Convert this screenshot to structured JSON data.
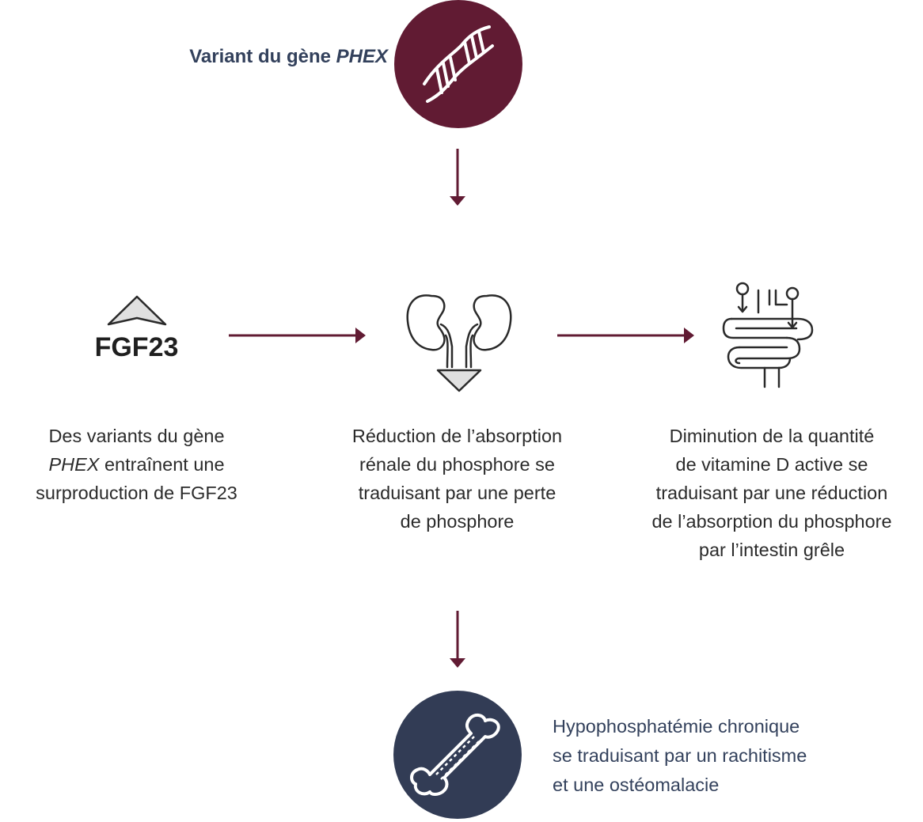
{
  "top": {
    "gene_label_prefix": "Variant du gène ",
    "gene_label_italic": "PHEX"
  },
  "fgf": {
    "label": "FGF23"
  },
  "columns": [
    {
      "text_italic": "",
      "line1": "Des variants du gène",
      "line2_italic": "PHEX",
      "line2_rest": " entraînent une",
      "line3": "surproduction de FGF23"
    },
    {
      "line1": "Réduction de l’absorption",
      "line2": "rénale du phosphore se",
      "line3": "traduisant par une perte",
      "line4": "de phosphore"
    },
    {
      "line1": "Diminution de la quantité",
      "line2": "de vitamine D active se",
      "line3": "traduisant par une réduction",
      "line4": "de l’absorption du phosphore",
      "line5": "par l’intestin grêle"
    }
  ],
  "bottom": {
    "line1": "Hypophosphatémie chronique",
    "line2": "se traduisant par un rachitisme",
    "line3": "et une ostéomalacie"
  },
  "icons": [
    "dna-icon",
    "fgf23-up-arrow-icon",
    "kidney-icon",
    "intestine-icon",
    "bone-icon"
  ],
  "colors": {
    "arrow": "#611b33",
    "dna_circle": "#611b33",
    "bone_circle": "#323c55",
    "title_text": "#33415c"
  }
}
